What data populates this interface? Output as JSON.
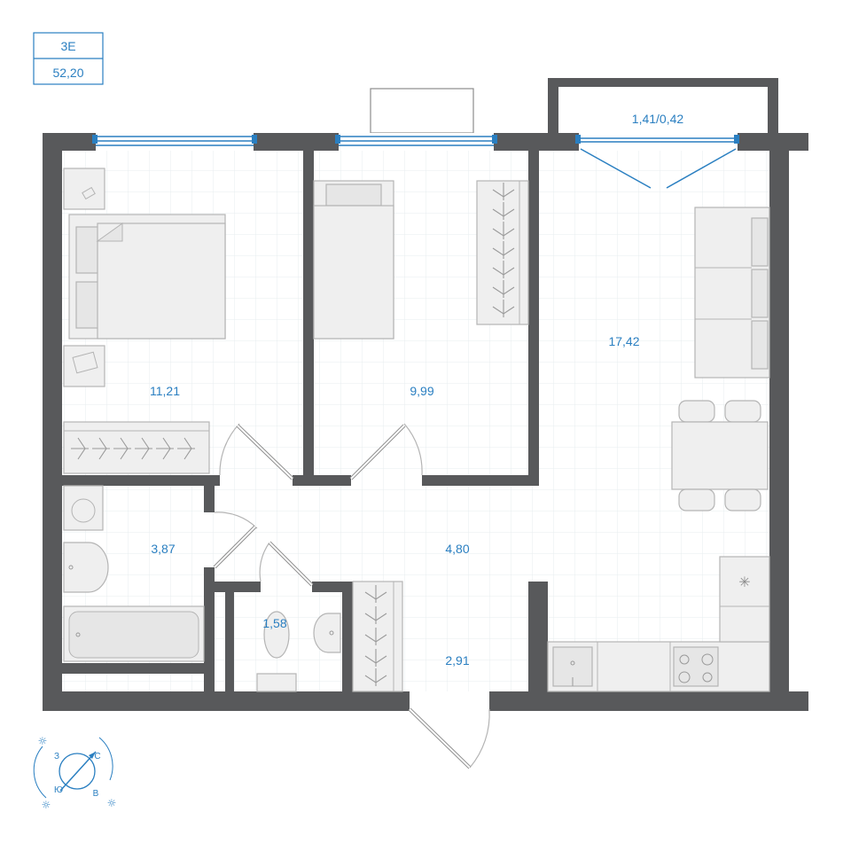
{
  "apartment": {
    "type": "3E",
    "area": "52,20"
  },
  "rooms": {
    "bedroom": "11,21",
    "room2": "9,99",
    "living": "17,42",
    "bathroom": "3,87",
    "hall": "4,80",
    "wc": "1,58",
    "entry": "2,91",
    "balcony": "1,41/0,42"
  },
  "compass": {
    "north": "С",
    "south": "Ю",
    "west": "З",
    "east": "В"
  },
  "colors": {
    "wall": "#58595b",
    "accent": "#2a7fc1",
    "grid": "#e7ecef",
    "furniture": "#efefef"
  }
}
